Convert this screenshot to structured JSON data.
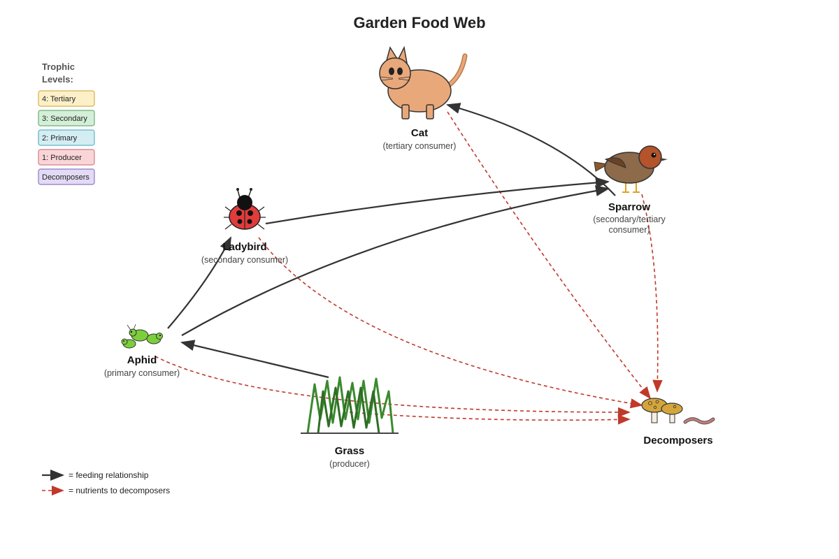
{
  "title": "Garden Food Web",
  "legend": {
    "title_line1": "Trophic",
    "title_line2": "Levels:",
    "items": [
      {
        "label": "4: Tertiary",
        "fill": "#fdf0c8",
        "stroke": "#d4b24a"
      },
      {
        "label": "3: Secondary",
        "fill": "#d4efd8",
        "stroke": "#6cae78"
      },
      {
        "label": "2: Primary",
        "fill": "#d3edf3",
        "stroke": "#5fb2c6"
      },
      {
        "label": "1: Producer",
        "fill": "#f9d5d8",
        "stroke": "#d47c86"
      },
      {
        "label": "Decomposers",
        "fill": "#e3dbf5",
        "stroke": "#8c78c4"
      }
    ]
  },
  "organisms": {
    "cat": {
      "name": "Cat",
      "role": "(tertiary consumer)",
      "icon": "cat-icon"
    },
    "sparrow": {
      "name": "Sparrow",
      "role_line1": "(secondary/tertiary",
      "role_line2": "consumer)",
      "icon": "sparrow-icon"
    },
    "ladybird": {
      "name": "Ladybird",
      "role": "(secondary consumer)",
      "icon": "ladybird-icon"
    },
    "aphid": {
      "name": "Aphid",
      "role": "(primary consumer)",
      "icon": "aphid-icon"
    },
    "grass": {
      "name": "Grass",
      "role": "(producer)",
      "icon": "grass-icon"
    },
    "decomposers": {
      "name": "Decomposers",
      "icon": "mushroom-worm-icon"
    }
  },
  "key": {
    "feeding": "= feeding relationship",
    "nutrients": "= nutrients to decomposers"
  },
  "colors": {
    "feeding_arrow": "#333333",
    "nutrient_arrow": "#c0392b"
  }
}
